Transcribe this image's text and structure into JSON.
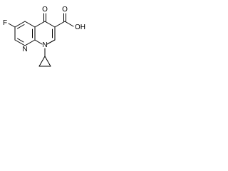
{
  "molecule": {
    "atom_labels": {
      "fluorine": "F",
      "ketone_oxygen": "O",
      "ring_nitrogen_1": "N",
      "ring_nitrogen_8": "N",
      "carboxylic_acid": "OH",
      "carboxylic_oxygen": "O",
      "hydroxyl_hydrogen": "H"
    }
  },
  "colors": {
    "bond": "#000000",
    "background": "#ffffff"
  }
}
